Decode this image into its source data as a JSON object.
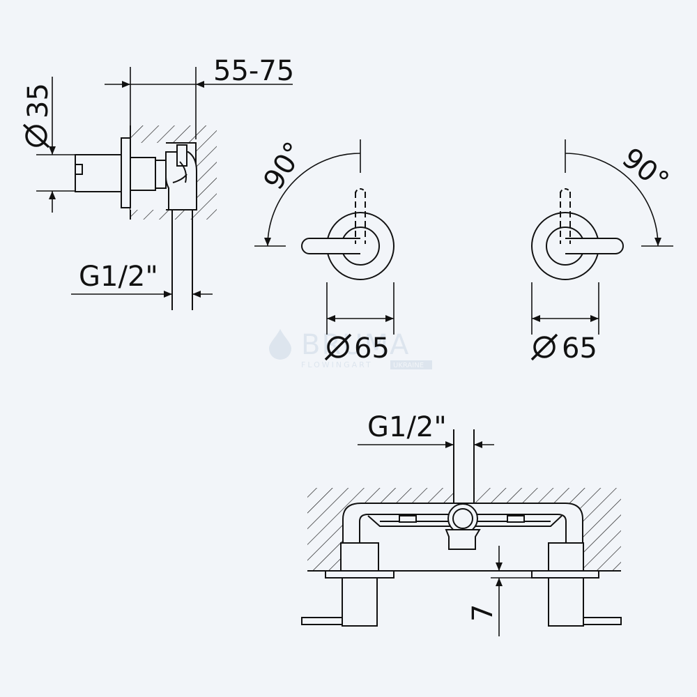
{
  "dimensions": {
    "side_diameter": "35",
    "side_depth": "55-75",
    "side_thread": "G1/2\"",
    "rotation_left": "90°",
    "rotation_right": "90°",
    "escutcheon_left": "65",
    "escutcheon_right": "65",
    "bottom_thread": "G1/2\"",
    "bottom_gap": "7"
  },
  "watermark": {
    "brand": "BRUMA",
    "tagline": "FLOWINGART",
    "region": "UKRAINE"
  },
  "colors": {
    "background": "#f2f5f9",
    "line": "#111111",
    "watermark": "#dde5ee"
  }
}
